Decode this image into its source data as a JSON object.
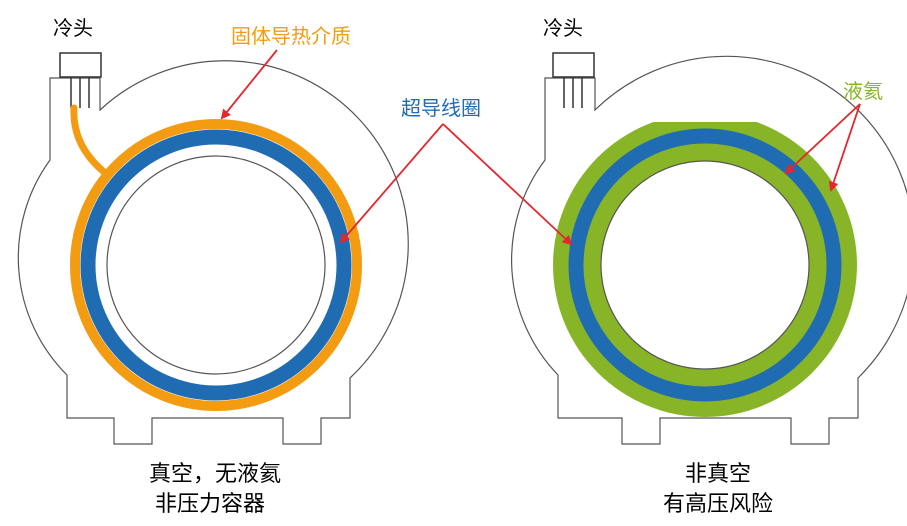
{
  "left": {
    "cold_head_label": "冷头",
    "solid_medium_label": "固体导热介质",
    "caption_line1": "真空，无液氦",
    "caption_line2": "非压力容器"
  },
  "center": {
    "coil_label": "超导线圈"
  },
  "right": {
    "cold_head_label": "冷头",
    "helium_label": "液氦",
    "caption_line1": "非真空",
    "caption_line2": "有高压风险"
  },
  "colors": {
    "orange": "#F39C12",
    "blue": "#1F6CB3",
    "green": "#88B528",
    "red": "#E5262C",
    "outline": "#555555"
  }
}
